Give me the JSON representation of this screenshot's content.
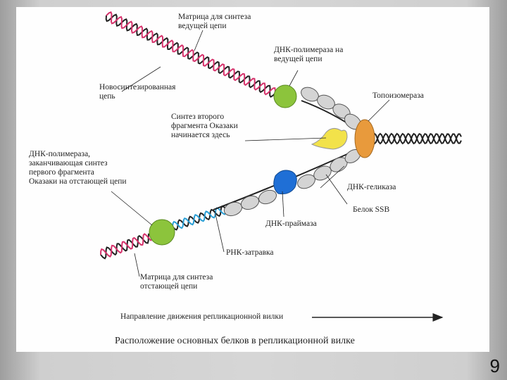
{
  "diagram": {
    "labels": {
      "leading_template": "Матрица для синтеза\nведущей цепи",
      "new_strand": "Новосинтезированная\nцепь",
      "pol_leading": "ДНК-полимераза на\nведущей цепи",
      "topoisomerase": "Топоизомераза",
      "okazaki_start": "Синтез второго\nфрагмента Оказаки\nначинается здесь",
      "pol_lagging": "ДНК-полимераза,\nзаканчивающая синтез\nпервого фрагмента\nОказаки на отстающей цепи",
      "helicase": "ДНК-геликаза",
      "ssb": "Белок SSB",
      "primase": "ДНК-праймаза",
      "rna_primer": "РНК-затравка",
      "lagging_template": "Матрица для синтеза\nотстающей цепи",
      "direction": "Направление движения репликационной вилки"
    },
    "caption": "Расположение основных белков в репликационной вилке",
    "colors": {
      "template_strand": "#222222",
      "new_strand": "#d6336c",
      "rna_primer": "#2a9fd6",
      "polymerase": "#8cc43c",
      "topoisomerase": "#e89a3c",
      "helicase": "#f2e24a",
      "primase": "#1f6fd6",
      "ssb": "#cfcfcf"
    }
  },
  "page_number": "9"
}
